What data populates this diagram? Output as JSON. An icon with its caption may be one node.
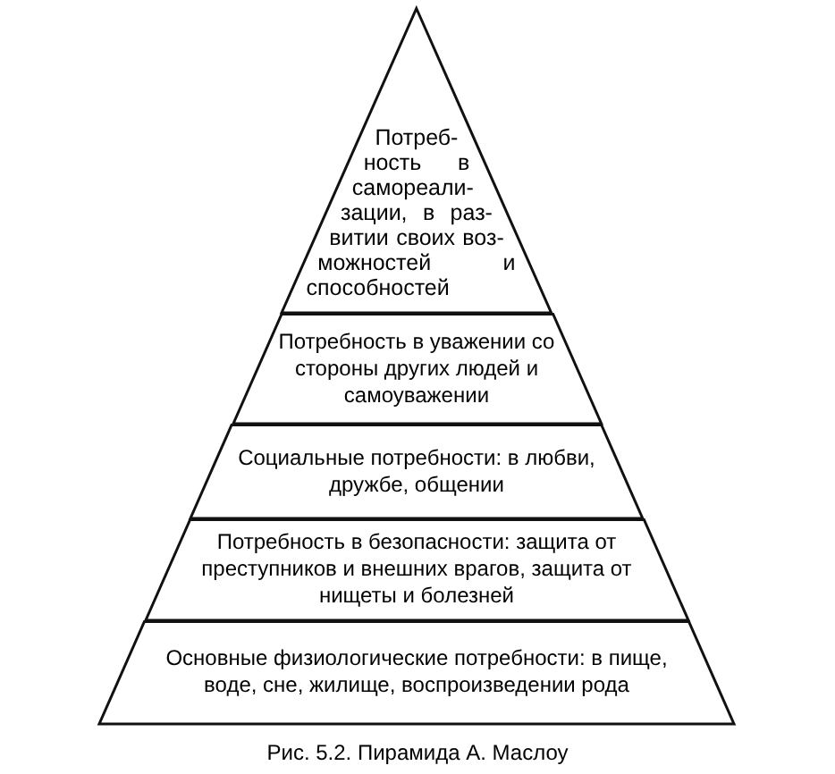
{
  "diagram": {
    "caption": "Рис. 5.2. Пирамида А. Маслоу",
    "nodes": [
      {
        "text": [
          "Потреб- ность в самореали- зации, в раз- витии своих воз- можностей и способностей"
        ]
      },
      {
        "text": [
          "Потребность в уважении со стороны других людей и самоуважении"
        ]
      },
      {
        "text": [
          "Социальные потребности: в любви, дружбе, общении"
        ]
      },
      {
        "text": [
          "Потребность в безопасности: защита от преступников и внешних врагов, защита от нищеты и болезней"
        ]
      },
      {
        "text": [
          "Основные физиологические потребности: в пище, воде, сне, жилище, воспроизведении рода"
        ]
      }
    ]
  }
}
